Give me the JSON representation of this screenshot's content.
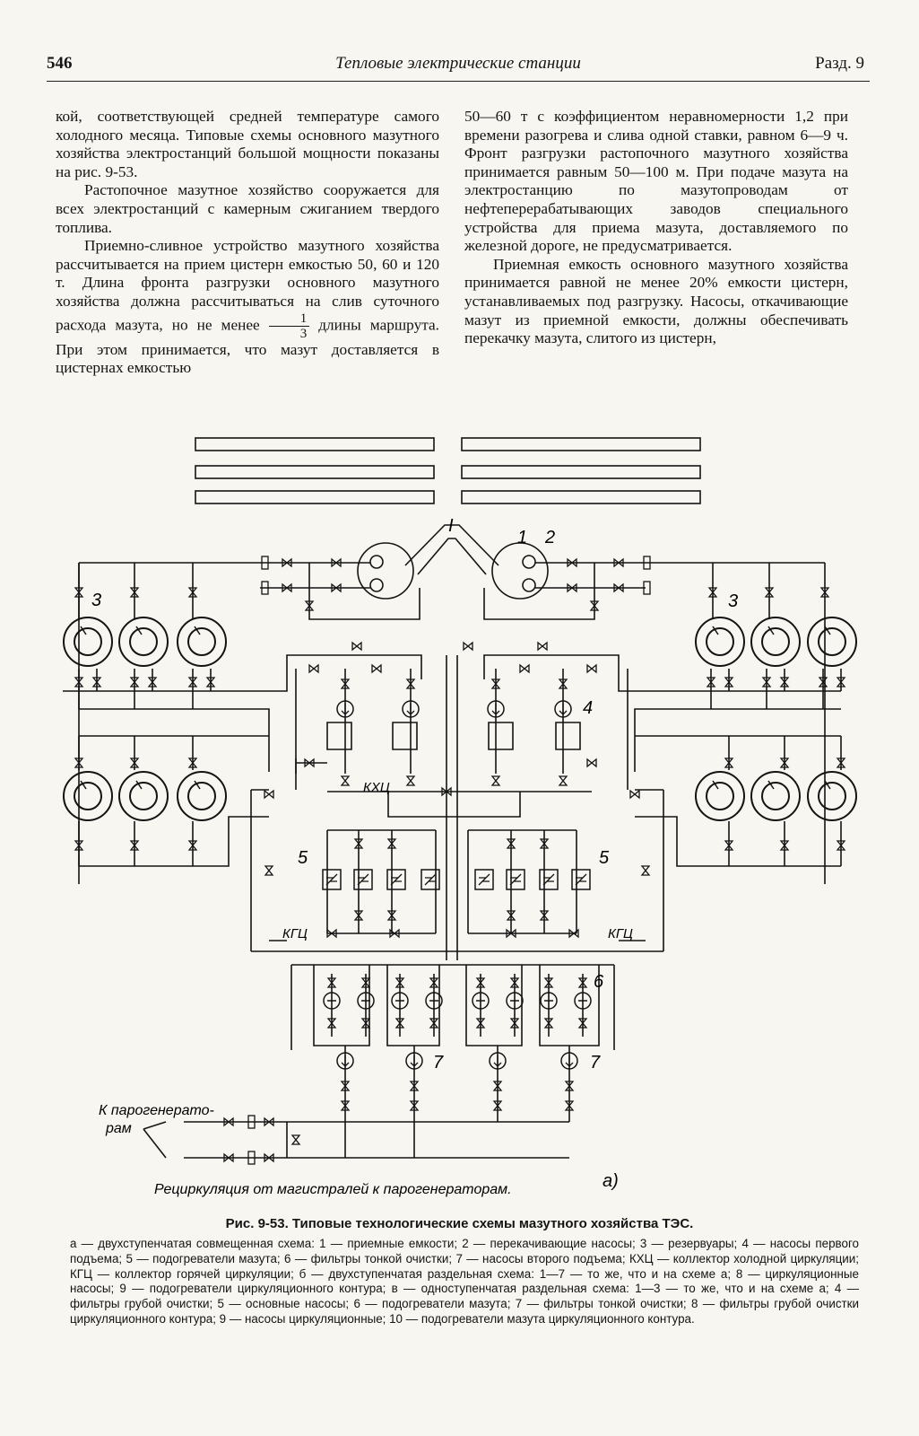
{
  "header": {
    "page_number": "546",
    "running_title": "Тепловые электрические станции",
    "section": "Разд. 9"
  },
  "left_column": {
    "p1": "кой, соответствующей средней температуре самого холодного месяца. Типовые схемы основного мазутного хозяйства электростанций большой мощности показаны на рис. 9-53.",
    "p2": "Растопочное мазутное хозяйство сооружается для всех электростанций с камерным сжиганием твердого топлива.",
    "p3_part1": "Приемно-сливное устройство мазутного хозяйства рассчитывается на прием цистерн емкостью 50, 60 и 120 т. Длина фронта разгрузки основного мазутного хозяйства должна рассчитываться на слив суточного расхода мазута, но не менее",
    "fraction_num": "1",
    "fraction_den": "3",
    "p3_part2": "длины маршрута. При этом принимается, что мазут доставляется в цистернах емкостью"
  },
  "right_column": {
    "p1": "50—60 т с коэффициентом неравномерности 1,2 при времени разогрева и слива одной ставки, равном 6—9 ч. Фронт разгрузки растопочного мазутного хозяйства принимается равным 50—100 м. При подаче мазута на электростанцию по мазутопроводам от нефтеперерабатывающих заводов специального устройства для приема мазута, доставляемого по железной дороге, не предусматривается.",
    "p2": "Приемная емкость основного мазутного хозяйства принимается равной не менее 20% емкости цистерн, устанавливаемых под разгрузку. Насосы, откачивающие мазут из приемной емкости, должны обеспечивать перекачку мазута, слитого из цистерн,"
  },
  "figure": {
    "label_I": "I",
    "label_1": "1",
    "label_2": "2",
    "label_3": "3",
    "label_4": "4",
    "label_5": "5",
    "label_6": "6",
    "label_7": "7",
    "label_khc": "КХЦ",
    "label_kgc": "КГЦ",
    "to_steam_gen_1": "К парогенерато-",
    "to_steam_gen_2": "рам",
    "recirculation": "Рециркуляция от магистралей к парогенераторам.",
    "panel_letter": "а)"
  },
  "caption": {
    "title": "Рис. 9-53. Типовые технологические схемы мазутного хозяйства ТЭС.",
    "legend": "а — двухступенчатая совмещенная схема: 1 — приемные емкости; 2 — перекачивающие насосы; 3 — резервуары; 4 — насосы первого подъема; 5 — подогреватели мазута; 6 — фильтры тонкой очистки; 7 — насосы второго подъема; КХЦ — коллектор холодной циркуляции; КГЦ — коллектор горячей циркуляции; б — двухступенчатая раздельная схема: 1—7 — то же, что и на схеме а; 8 — циркуляционные насосы; 9 — подогреватели циркуляционного контура; в — одноступенчатая раздельная схема: 1—3 — то же, что и на схеме а; 4 — фильтры грубой очистки; 5 — основные насосы; 6 — подогреватели мазута; 7 — фильтры тонкой очистки; 8 — фильтры грубой очистки циркуляционного контура; 9 — насосы циркуляционные; 10 — подогреватели мазута циркуляционного контура."
  }
}
